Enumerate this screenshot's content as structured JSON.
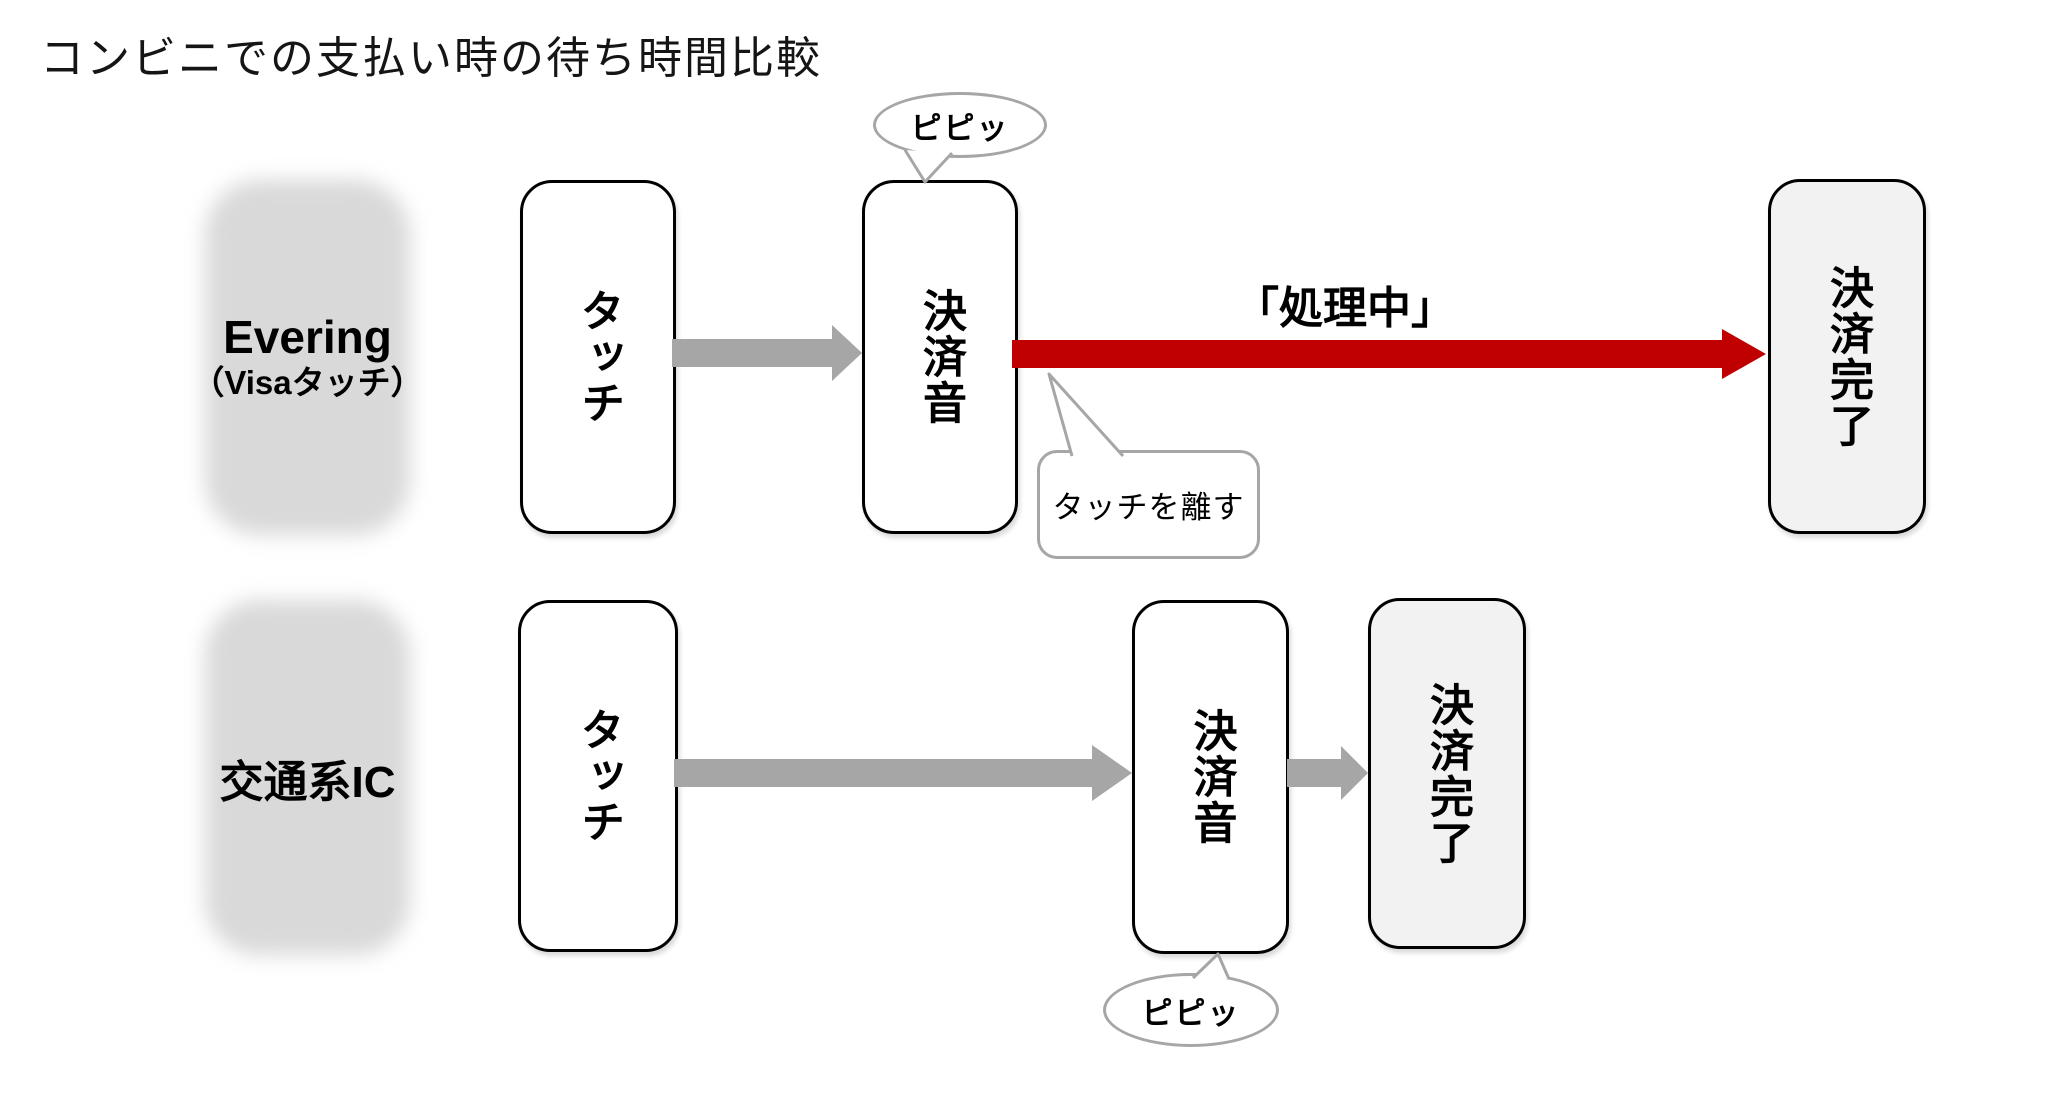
{
  "title": "コンビニでの支払い時の待ち時間比較",
  "colors": {
    "accent_red": "#C00000",
    "arrow_gray": "#A6A6A6",
    "row_label_bg": "#D9D9D9",
    "done_box_bg": "#F2F2F2",
    "box_border": "#000000",
    "bubble_border": "#A6A6A6"
  },
  "rows": {
    "evering": {
      "label_line1": "Evering",
      "label_line2": "（Visaタッチ）",
      "step_touch": "タッチ",
      "step_sound": "決済音",
      "step_done": "決済完了",
      "beep": "ピピッ",
      "arrow_label": "「処理中」",
      "callout": "タッチを離す"
    },
    "transit_ic": {
      "label": "交通系IC",
      "step_touch": "タッチ",
      "step_sound": "決済音",
      "step_done": "決済完了",
      "beep": "ピピッ"
    }
  }
}
